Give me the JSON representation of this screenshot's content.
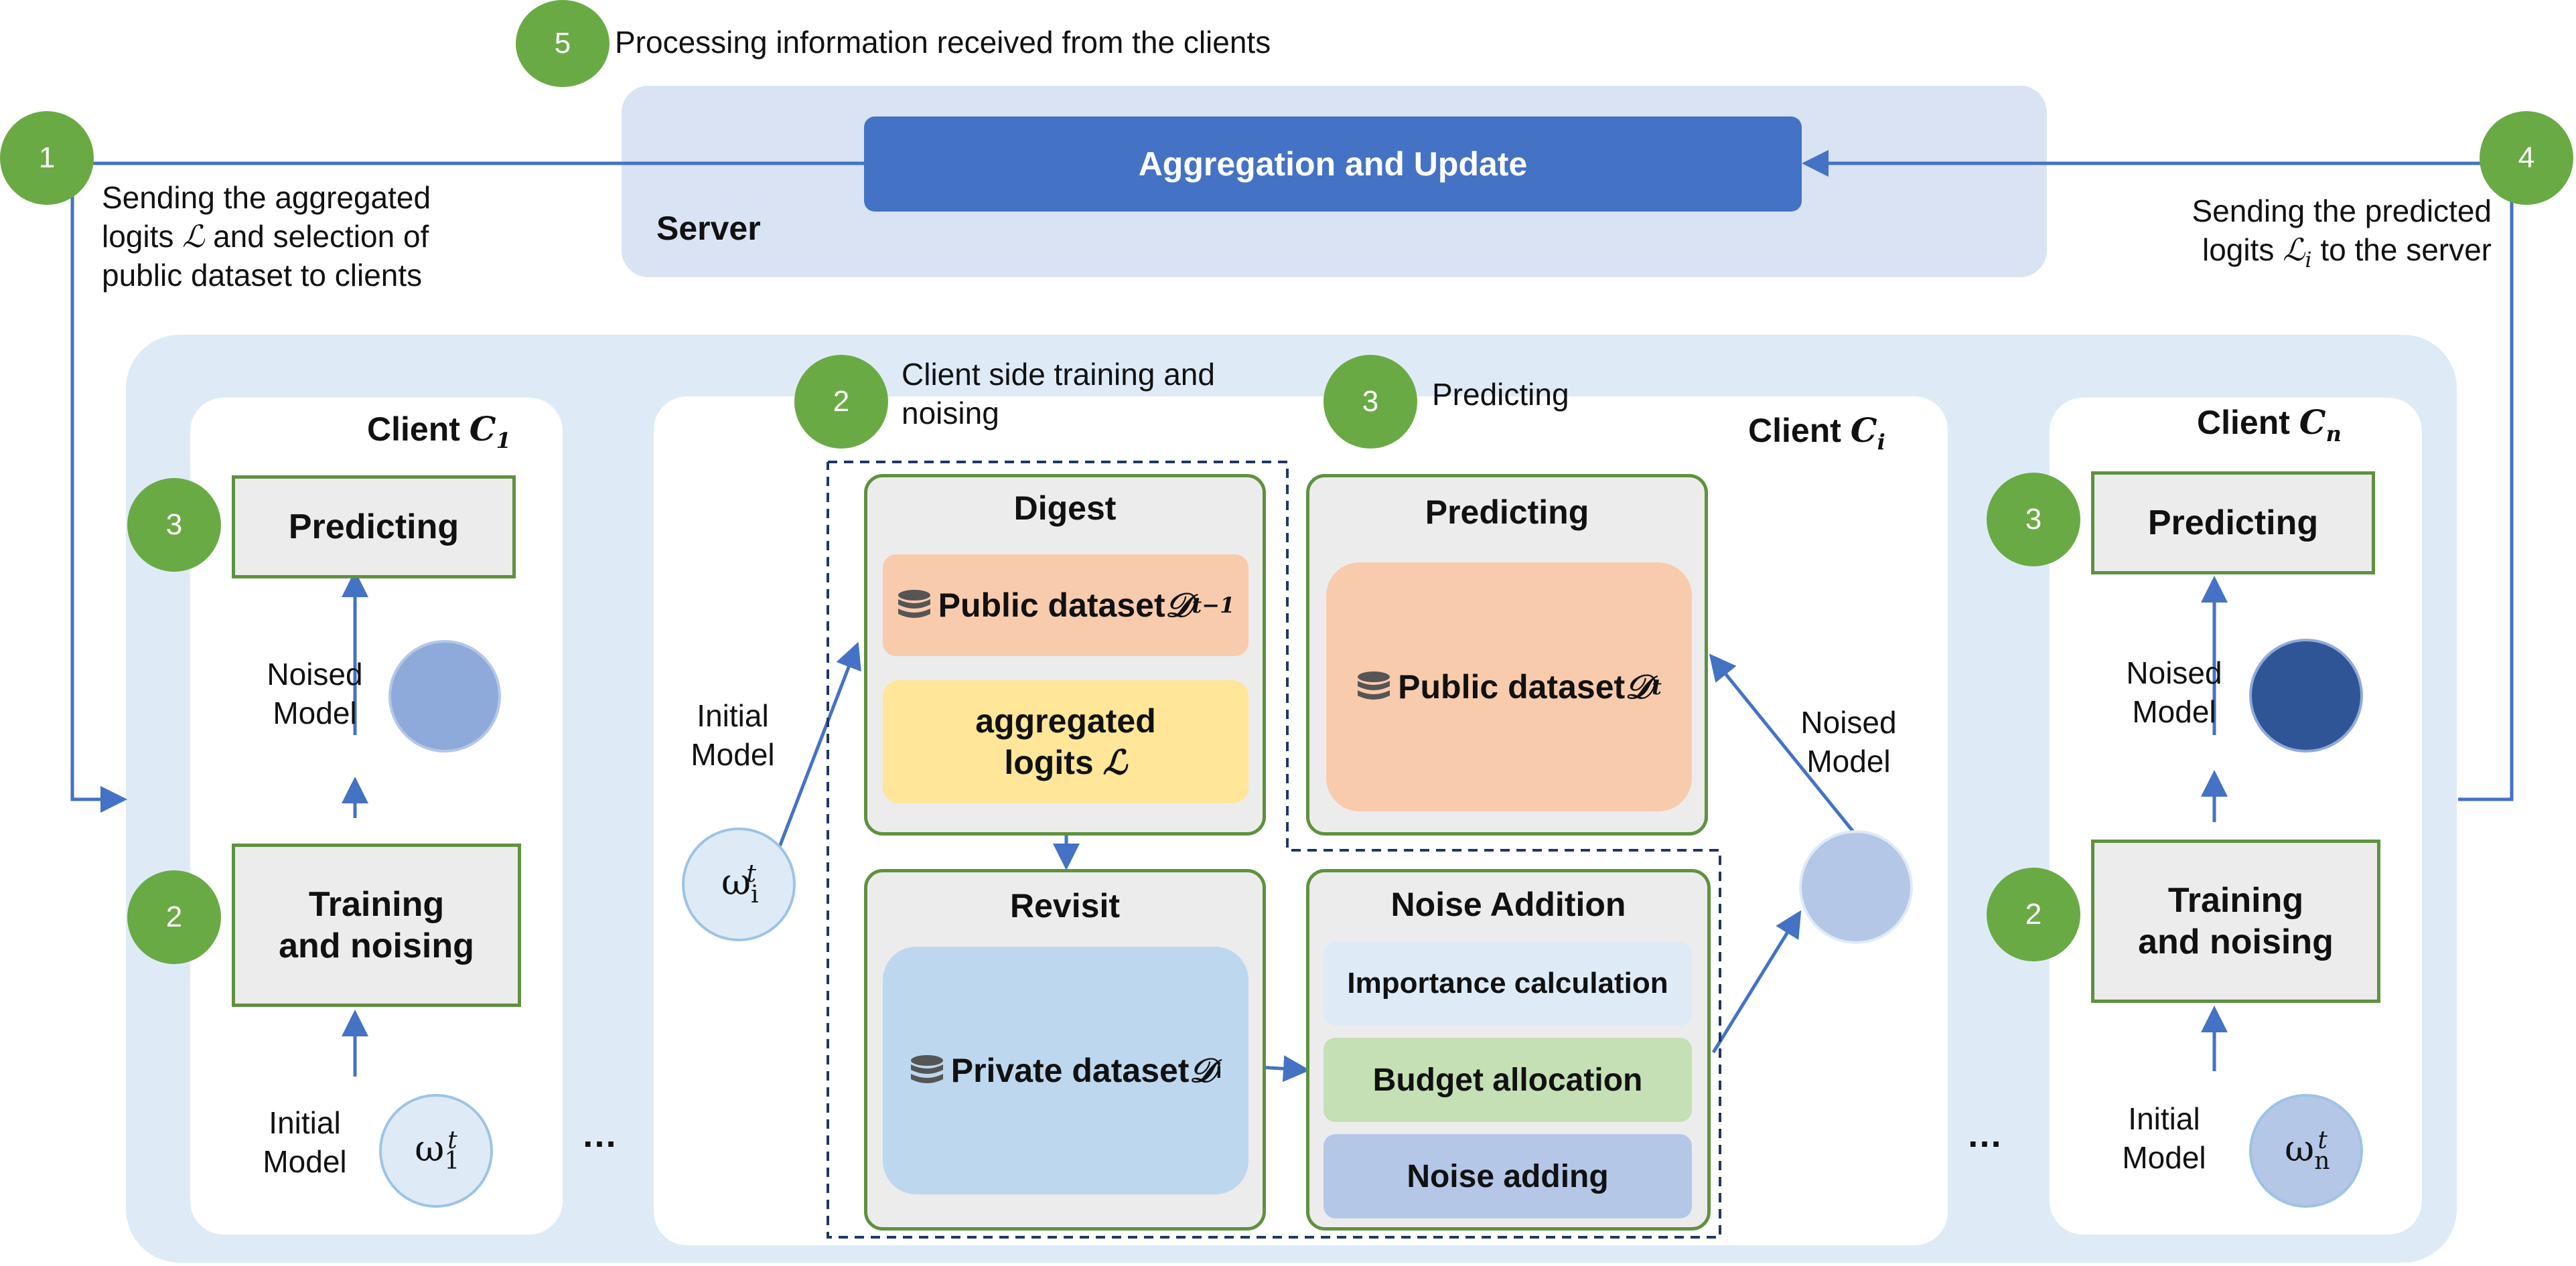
{
  "steps": {
    "s1": "1",
    "s2": "2",
    "s3": "3",
    "s4": "4",
    "s5": "5"
  },
  "step5_label": "Processing information received from the clients",
  "server": {
    "label": "Server",
    "aggregation_label": "Aggregation and Update"
  },
  "left_text": {
    "line1": "Sending the aggregated",
    "line2_prefix": "logits ",
    "line2_sym": "ℒ",
    "line2_suffix": " and selection of",
    "line3": "public dataset to clients"
  },
  "right_text": {
    "line1": "Sending the predicted",
    "line2_prefix": "logits ",
    "line2_sym": "ℒ",
    "line2_sub": "i",
    "line2_suffix": " to the server"
  },
  "client1": {
    "title": "Client ",
    "title_sym": "C",
    "title_sub": "1",
    "predicting": "Predicting",
    "noised_model": "Noised Model",
    "training": "Training and noising",
    "initial_model": "Initial Model",
    "omega": "ω",
    "omega_sub": "1",
    "omega_sup": "t",
    "model_color": "#8eaadb"
  },
  "clientn": {
    "title": "Client ",
    "title_sym": "C",
    "title_sub": "n",
    "predicting": "Predicting",
    "noised_model": "Noised Model",
    "training": "Training and noising",
    "initial_model": "Initial Model",
    "omega": "ω",
    "omega_sub": "n",
    "omega_sup": "t",
    "model_color": "#2f5597"
  },
  "clienti": {
    "title": "Client ",
    "title_sym": "C",
    "title_sub": "i",
    "step2_label": "Client side training and noising",
    "step3_label": "Predicting",
    "initial_model": "Initial Model",
    "omega": "ω",
    "omega_sub": "i",
    "omega_sup": "t",
    "noised_model": "Noised Model",
    "digest": {
      "title": "Digest",
      "public_prefix": "Public dataset ",
      "public_sym": "𝒟",
      "public_sup": "t−1",
      "aggregated": "aggregated",
      "logits_prefix": "logits ",
      "logits_sym": "ℒ"
    },
    "predicting_box": {
      "title": "Predicting",
      "public_prefix": "Public dataset ",
      "public_sym": "𝒟",
      "public_sup": "t"
    },
    "revisit": {
      "title": "Revisit",
      "private_prefix": "Private dataset ",
      "private_sym": "𝒟",
      "private_sub": "i"
    },
    "noise_addition": {
      "title": "Noise Addition",
      "importance": "Importance calculation",
      "budget": "Budget allocation",
      "noise_adding": "Noise adding"
    }
  },
  "ellipsis": "…",
  "colors": {
    "green": "#6aaa45",
    "box_border": "#5f913f",
    "arrow": "#4472c4",
    "server_bg": "#dae3f3",
    "aggregation": "#4472c4",
    "clients_bg": "#deebf7",
    "orange": "#f8cbad",
    "yellow": "#ffe699",
    "blue_private": "#bdd7ee",
    "importance": "#deebf7",
    "budget": "#c5e0b4",
    "noise": "#b4c7e7"
  }
}
